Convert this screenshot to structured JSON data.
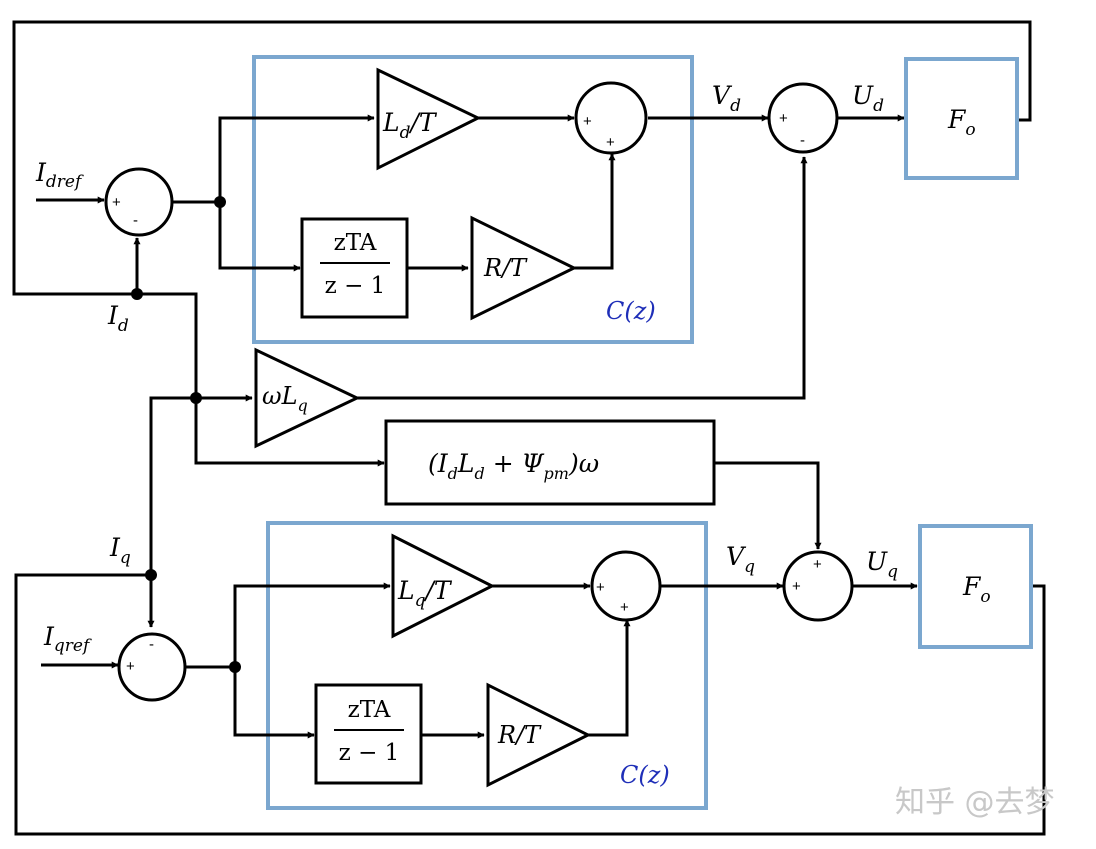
{
  "signals": {
    "idref": "I",
    "idref_sub": "dref",
    "iqref": "I",
    "iqref_sub": "qref",
    "id": "I",
    "id_sub": "d",
    "iq": "I",
    "iq_sub": "q",
    "vd": "V",
    "vd_sub": "d",
    "vq": "V",
    "vq_sub": "q",
    "ud": "U",
    "ud_sub": "d",
    "uq": "U",
    "uq_sub": "q"
  },
  "blocks": {
    "gain_ld_t": {
      "a": "L",
      "sub": "d",
      "b": "/T"
    },
    "gain_lq_t": {
      "a": "L",
      "sub": "q",
      "b": "/T"
    },
    "gain_r_t": "R/T",
    "gain_wlq": {
      "a": "ωL",
      "sub": "q"
    },
    "integrator_num": "zTA",
    "integrator_den": "z − 1",
    "flux_block": {
      "p1": "(I",
      "s1": "d",
      "p2": "L",
      "s2": "d",
      "p3": " + Ψ",
      "s3": "pm",
      "p4": ")ω"
    },
    "fo_label": "F",
    "fo_sub": "o",
    "controller_label": "C(z)"
  },
  "signs": {
    "plus": "+",
    "minus": "-"
  },
  "watermark": "知乎 @去梦",
  "colors": {
    "controller_border": "#7ba7cf",
    "controller_label": "#1f2fb8",
    "line": "#000000"
  }
}
